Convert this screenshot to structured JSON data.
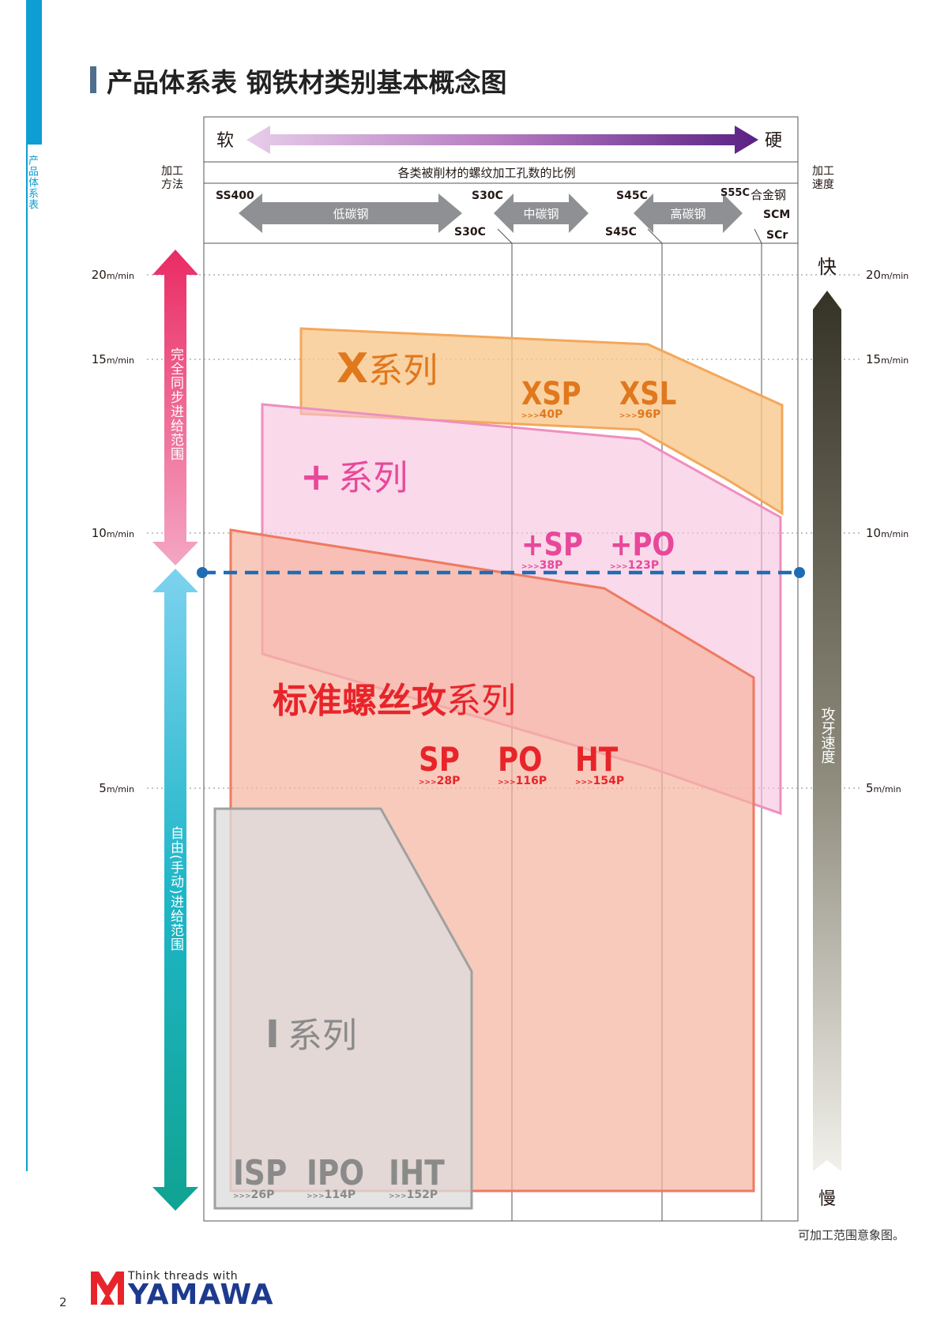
{
  "sidebar_label": "产品体系表",
  "title": "产品体系表  钢铁材类别基本概念图",
  "hardness": {
    "soft": "软",
    "hard": "硬"
  },
  "headers": {
    "method": "加工\n方法",
    "speed": "加工\n速度",
    "ratio_title": "各类被削材的螺纹加工孔数的比例"
  },
  "materials": {
    "ss400": "SS400",
    "s30c_top": "S30C",
    "s30c_bottom": "S30C",
    "s45c_top": "S45C",
    "s45c_bottom": "S45C",
    "s55c": "S55C",
    "alloy": "合金钢",
    "scm": "SCM",
    "scr": "SCr",
    "low": "低碳钢",
    "mid": "中碳钢",
    "high": "高碳钢"
  },
  "speed_ticks": {
    "v20": "20",
    "v15": "15",
    "v10": "10",
    "v5": "5",
    "unit": "m/min"
  },
  "feed_ranges": {
    "sync": "完全同步进给范围",
    "free": "自由(手动)进给范围"
  },
  "speed_axis": {
    "fast": "快",
    "slow": "慢",
    "label": "攻牙速度"
  },
  "series": {
    "x": {
      "name_prefix": "X",
      "name_suffix": "系列",
      "products": [
        {
          "name": "XSP",
          "pitch": "40P"
        },
        {
          "name": "XSL",
          "pitch": "96P"
        }
      ]
    },
    "plus": {
      "name_prefix": "+",
      "name_suffix": "系列",
      "products": [
        {
          "name": "+SP",
          "pitch": "38P"
        },
        {
          "name": "+PO",
          "pitch": "123P"
        }
      ]
    },
    "standard": {
      "name_bold": "标准螺丝攻",
      "name_suffix": "系列",
      "products": [
        {
          "name": "SP",
          "pitch": "28P"
        },
        {
          "name": "PO",
          "pitch": "116P"
        },
        {
          "name": "HT",
          "pitch": "154P"
        }
      ]
    },
    "i": {
      "name_prefix": "I",
      "name_suffix": "系列",
      "products": [
        {
          "name": "ISP",
          "pitch": "26P"
        },
        {
          "name": "IPO",
          "pitch": "114P"
        },
        {
          "name": "IHT",
          "pitch": "152P"
        }
      ]
    }
  },
  "pitch_prefix": ">>>",
  "note": "可加工范围意象图。",
  "page_number": "2",
  "brand": {
    "tagline": "Think threads with",
    "name": "YAMAWA"
  },
  "colors": {
    "accent": "#0d9ed3",
    "x_fill": "#f7c68a",
    "x_stroke": "#f4a75a",
    "plus_fill": "#f6c0dc",
    "plus_stroke": "#ee8fbe",
    "std_fill": "#f5b3a0",
    "std_stroke": "#ee7a60",
    "i_fill": "#dcdcdc",
    "i_stroke": "#a0a0a0",
    "x_text": "#e0781e",
    "plus_text": "#e8489a",
    "std_text": "#e8242b",
    "i_text": "#8a8a8a",
    "boundary": "#1f6cb4"
  }
}
